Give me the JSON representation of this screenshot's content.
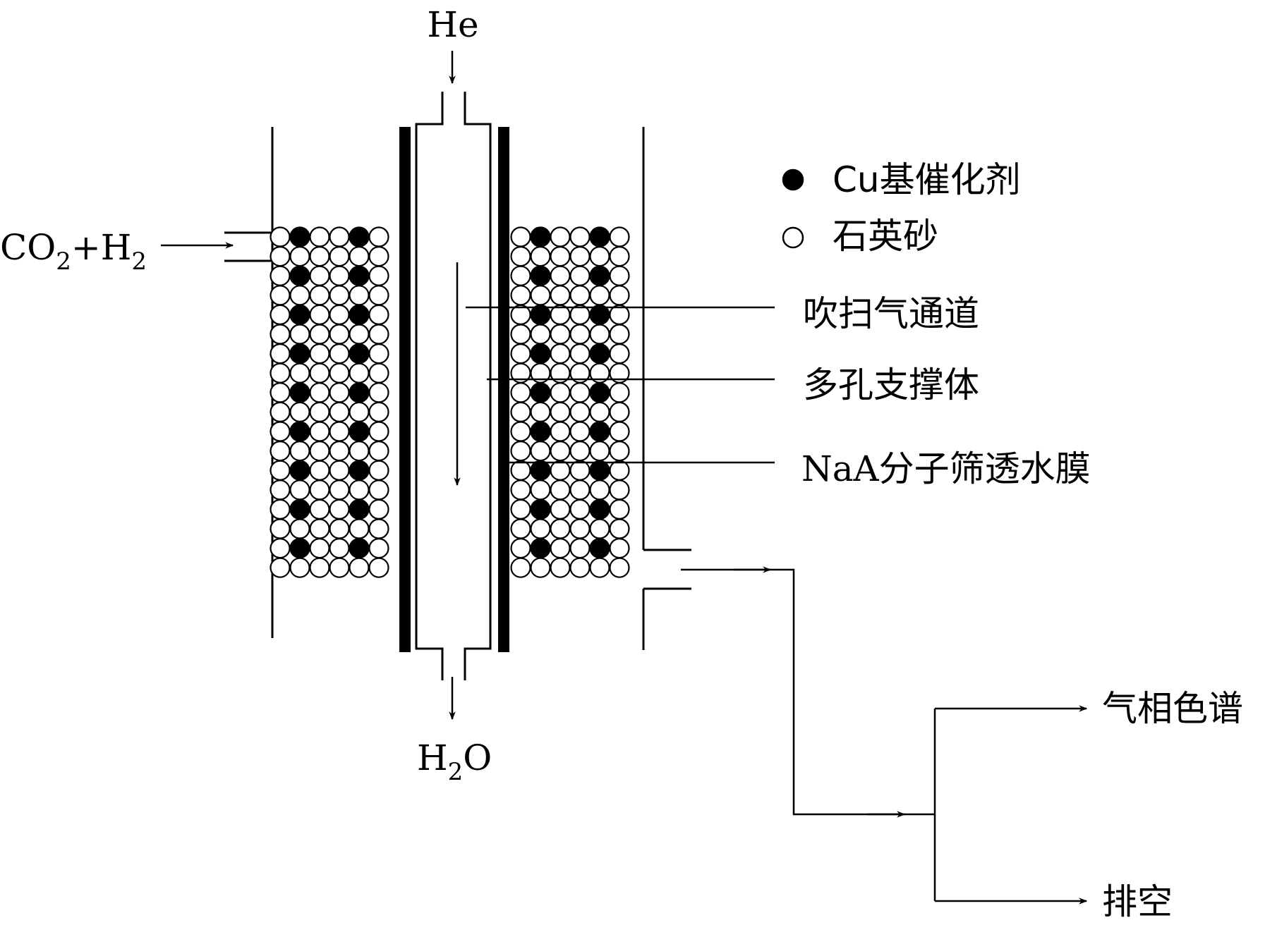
{
  "labels": {
    "he": "He",
    "feed_co": "CO",
    "feed_co_sub": "2",
    "feed_plus_h": "+H",
    "feed_h_sub": "2",
    "water_h": "H",
    "water_sub": "2",
    "water_o": "O",
    "legend_catalyst": "Cu基催化剂",
    "legend_sand": "石英砂",
    "sweep_channel": "吹扫气通道",
    "porous_support": "多孔支撑体",
    "membrane": "NaA分子筛透水膜",
    "gc": "气相色谱",
    "vent": "排空"
  },
  "colors": {
    "catalyst_fill": "#000000",
    "sand_fill": "#ffffff",
    "stroke": "#000000"
  },
  "packing": {
    "rows": 18,
    "cols_per_bed": 6,
    "catalyst_columns": [
      1,
      4
    ],
    "catalyst_row_pattern": "every other row"
  }
}
